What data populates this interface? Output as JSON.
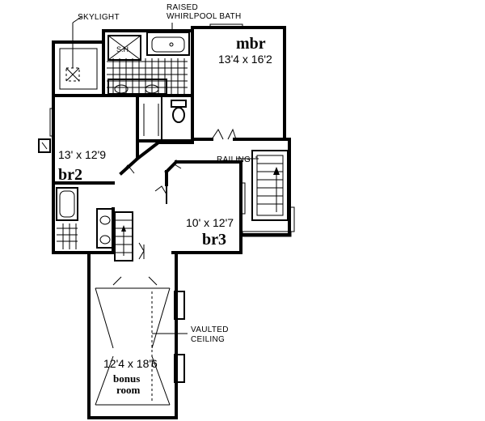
{
  "labels": {
    "skylight": "SKYLIGHT",
    "raised_line1": "RAISED",
    "raised_line2": "WHIRLPOOL BATH",
    "shower": "S.H.",
    "railing": "RAILING",
    "vaulted_line1": "VAULTED",
    "vaulted_line2": "CEILING"
  },
  "rooms": {
    "mbr": {
      "name": "mbr",
      "dims": "13'4 x 16'2"
    },
    "br2": {
      "name": "br2",
      "dims": "13' x 12'9"
    },
    "br3": {
      "name": "br3",
      "dims": "10' x 12'7"
    },
    "bonus": {
      "name_line1": "bonus",
      "name_line2": "room",
      "dims": "12'4 x 18'6"
    }
  }
}
